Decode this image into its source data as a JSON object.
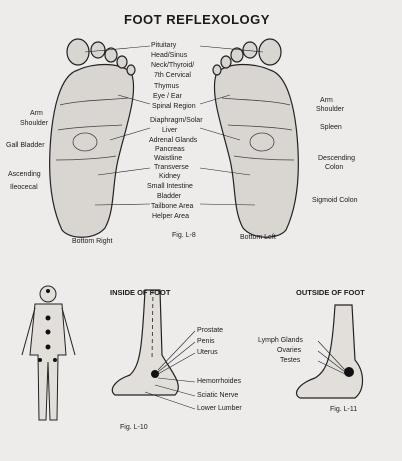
{
  "title": "FOOT REFLEXOLOGY",
  "center_labels": [
    "Pituitary",
    "Head/Sinus",
    "Neck/Thyroid/",
    "7th Cervical",
    "Thymus",
    "Eye / Ear",
    "Spinal Region",
    "Diaphragm/Solar",
    "Liver",
    "Adrenal Glands",
    "Pancreas",
    "Waistline",
    "Transverse",
    "Kidney",
    "Small Intestine",
    "Bladder",
    "Tailbone Area",
    "Helper Area"
  ],
  "left_labels": {
    "arm": "Arm",
    "shoulder": "Shoulder",
    "gall": "Gall Bladder",
    "ascending": "Ascending",
    "ileocecal": "Ileocecal",
    "bottom_right": "Bottom Right"
  },
  "right_labels": {
    "arm": "Arm",
    "shoulder": "Shoulder",
    "spleen": "Spleen",
    "descending": "Descending",
    "colon": "Colon",
    "sigmoid": "Sigmoid Colon",
    "bottom_left": "Bottom Left"
  },
  "fig_l8": "Fig. L-8",
  "inside": {
    "heading": "INSIDE OF FOOT",
    "labels": [
      "Prostate",
      "Penis",
      "Uterus",
      "Hemorrhoides",
      "Sciatic Nerve",
      "Lower Lumber"
    ],
    "fig": "Fig. L-10"
  },
  "outside": {
    "heading": "OUTSIDE OF FOOT",
    "labels": [
      "Lymph Glands",
      "Ovaries",
      "Testes"
    ],
    "fig": "Fig. L-11"
  }
}
